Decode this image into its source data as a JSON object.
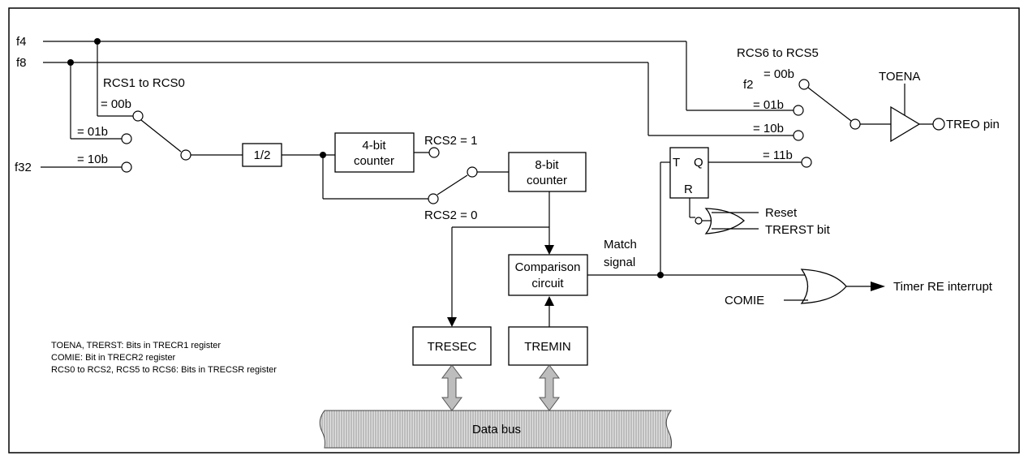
{
  "inputs": {
    "f4": "f4",
    "f8": "f8",
    "f32": "f32",
    "f2": "f2"
  },
  "mux1": {
    "title": "RCS1 to RCS0",
    "sel00": "= 00b",
    "sel01": "= 01b",
    "sel10": "= 10b"
  },
  "divider": {
    "label": "1/2"
  },
  "counter4": {
    "line1": "4-bit",
    "line2": "counter"
  },
  "rcs2": {
    "one": "RCS2 = 1",
    "zero": "RCS2 = 0"
  },
  "counter8": {
    "line1": "8-bit",
    "line2": "counter"
  },
  "comparison": {
    "line1": "Comparison",
    "line2": "circuit"
  },
  "registers": {
    "tresec": "TRESEC",
    "tremin": "TREMIN"
  },
  "data_bus": {
    "label": "Data bus"
  },
  "match": {
    "line1": "Match",
    "line2": "signal"
  },
  "mux2": {
    "title": "RCS6 to RCS5",
    "sel00": "= 00b",
    "sel01": "= 01b",
    "sel10": "= 10b",
    "sel11": "= 11b"
  },
  "toena": {
    "label": "TOENA"
  },
  "output_pin": {
    "label": "TREO pin"
  },
  "flipflop": {
    "t": "T",
    "q": "Q",
    "r": "R"
  },
  "reset_gate": {
    "reset": "Reset",
    "trerst": "TRERST bit"
  },
  "interrupt_gate": {
    "comie": "COMIE",
    "output": "Timer RE interrupt"
  },
  "notes": [
    "TOENA, TRERST: Bits in TRECR1 register",
    "COMIE: Bit in TRECR2 register",
    "RCS0 to RCS2, RCS5 to RCS6: Bits in TRECSR register"
  ]
}
